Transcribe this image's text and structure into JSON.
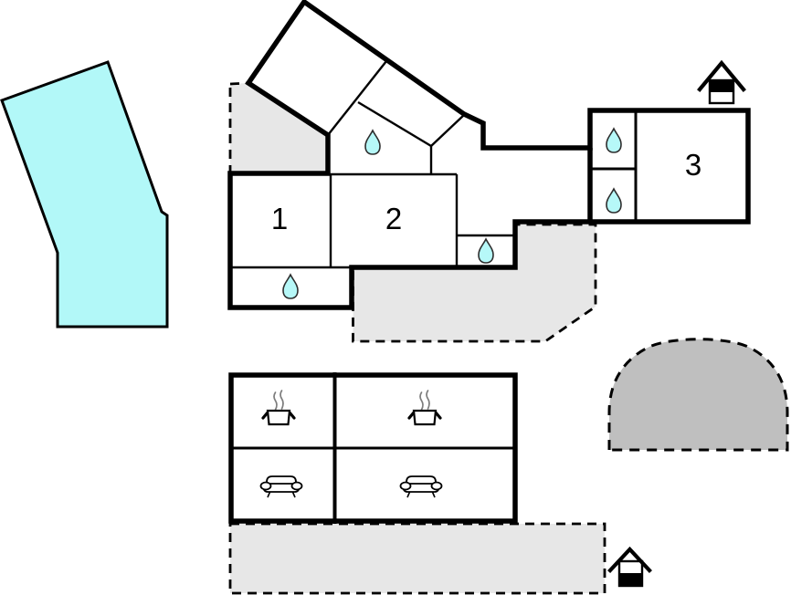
{
  "plan": {
    "kind": "floor-plan",
    "rooms": [
      {
        "id": "room-1",
        "label": "1"
      },
      {
        "id": "room-2",
        "label": "2"
      },
      {
        "id": "room-3",
        "label": "3"
      }
    ],
    "icons": {
      "water_drop": {
        "name": "water-drop-icon",
        "count": 5
      },
      "cooking_pot": {
        "name": "cooking-pot-icon",
        "count": 2
      },
      "sofa": {
        "name": "sofa-icon",
        "count": 2
      },
      "house": {
        "name": "house-icon",
        "count": 2
      }
    },
    "areas": {
      "pool": "swimming-pool",
      "terraces": 3,
      "patio_dome": 1
    }
  },
  "colors": {
    "pool-fill": "#b2f8f8",
    "drop-fill": "#b6f8f8",
    "drop-stroke": "#2d2d2d",
    "terrace-fill": "#e7e7e7",
    "patio-fill": "#bfbfbf",
    "wall-color": "#000000",
    "steam-color": "#7d7d7d"
  }
}
